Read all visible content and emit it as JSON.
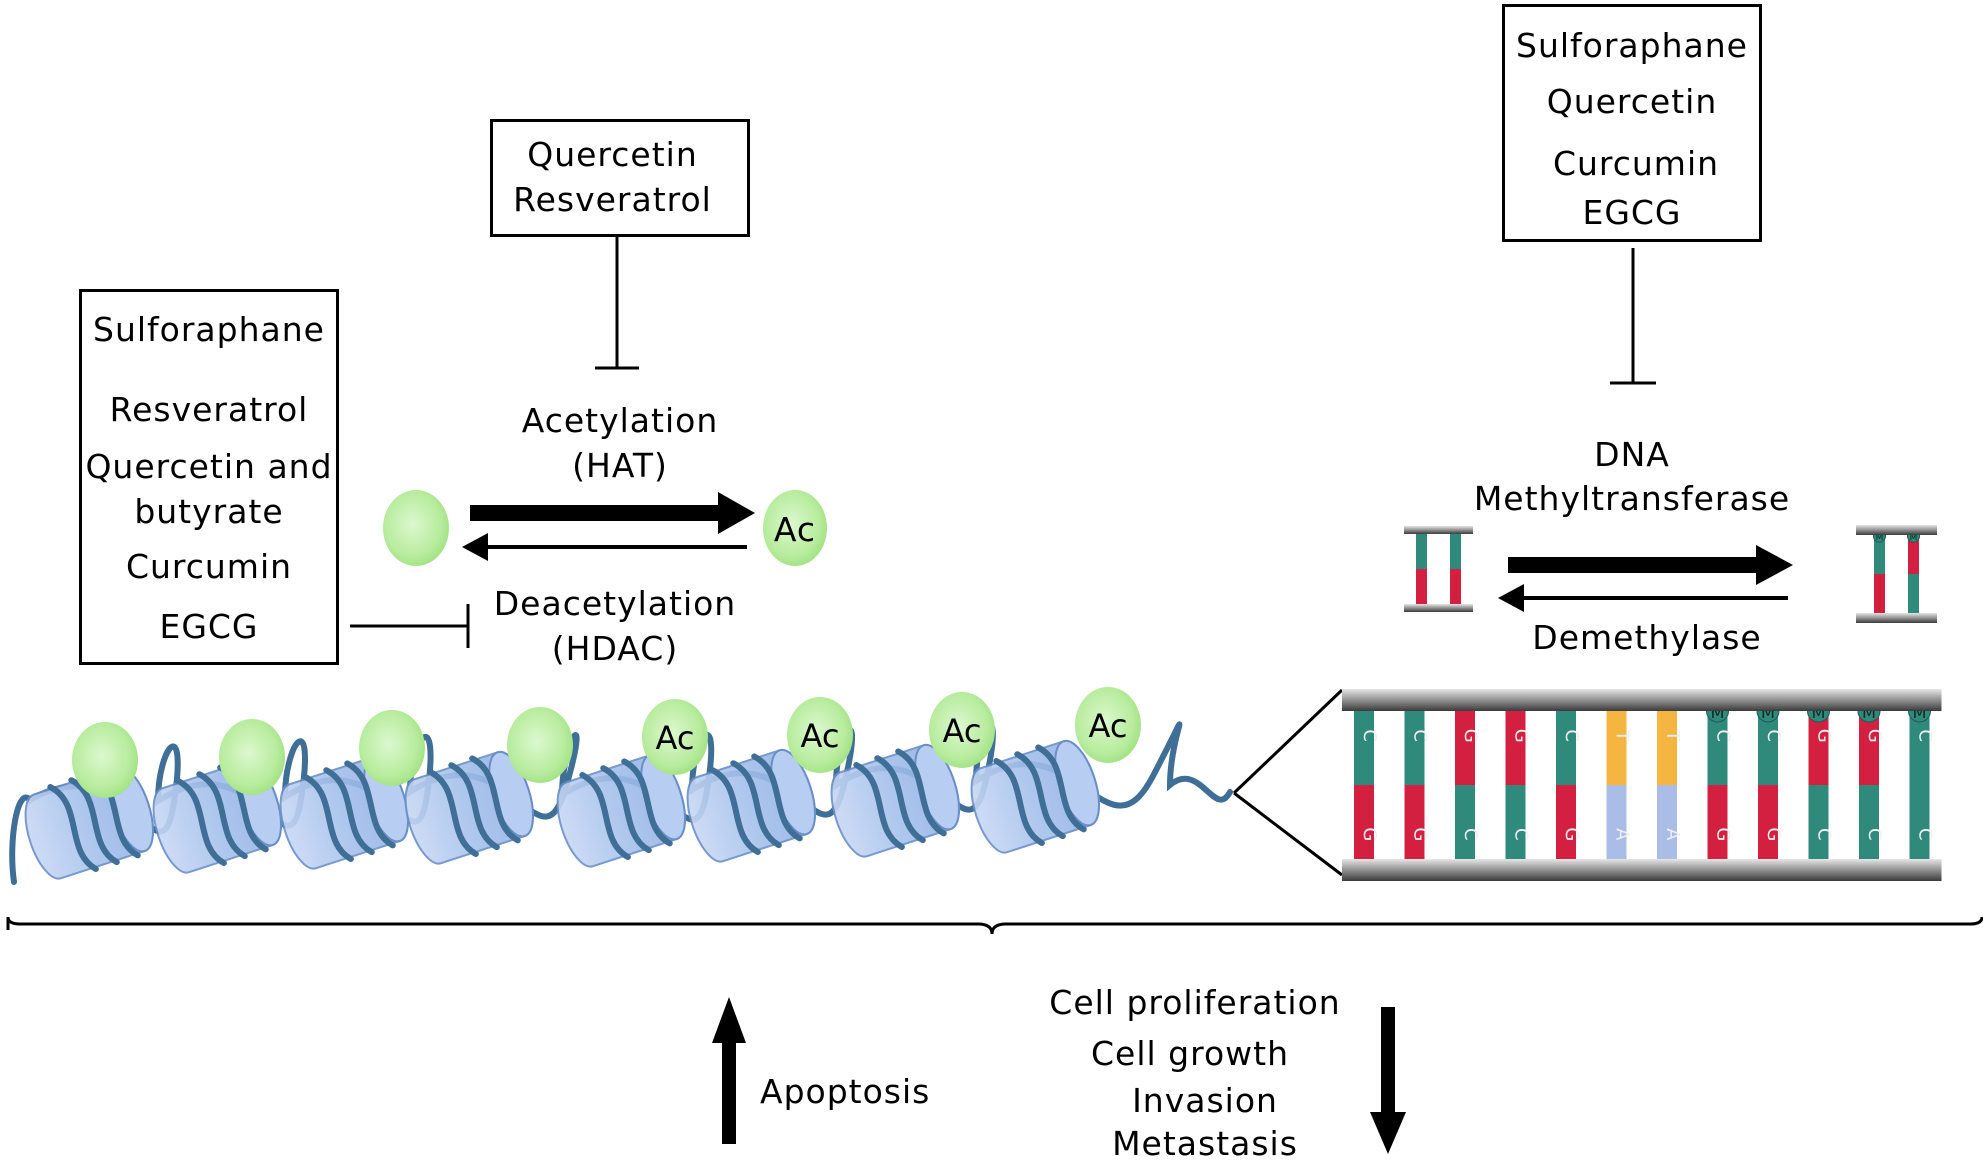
{
  "box_left": {
    "items": [
      "Sulforaphane",
      "Resveratrol",
      "Quercetin and",
      "butyrate",
      "Curcumin",
      "EGCG"
    ]
  },
  "box_top_mid": {
    "items": [
      "Quercetin",
      "Resveratrol"
    ]
  },
  "box_top_right": {
    "items": [
      "Sulforaphane",
      "Quercetin",
      "Curcumin",
      "EGCG"
    ]
  },
  "acetylation": {
    "label": "Acetylation",
    "enzyme": "(HAT)"
  },
  "deacetylation": {
    "label": "Deacetylation",
    "enzyme": "(HDAC)"
  },
  "ac_label": "Ac",
  "dnmt": {
    "line1": "DNA",
    "line2": "Methyltransferase"
  },
  "demethylase": "Demethylase",
  "bases": {
    "c": "C",
    "g": "G",
    "t": "T",
    "a": "A",
    "m": "M"
  },
  "outcome_up": "Apoptosis",
  "outcome_down": [
    "Cell proliferation",
    "Cell growth",
    "Invasion",
    "Metastasis"
  ],
  "colors": {
    "nucleosome": "#a9c4ee",
    "nucleosome_stroke": "#6a8fc8",
    "dna_strand": "#3f6f96",
    "acetyl_green": "#bdf0a8",
    "teal": "#2f8a7c",
    "red": "#d42040",
    "yellow": "#f4b640",
    "blue": "#a9bde6",
    "rail": "#8a8a8a"
  }
}
